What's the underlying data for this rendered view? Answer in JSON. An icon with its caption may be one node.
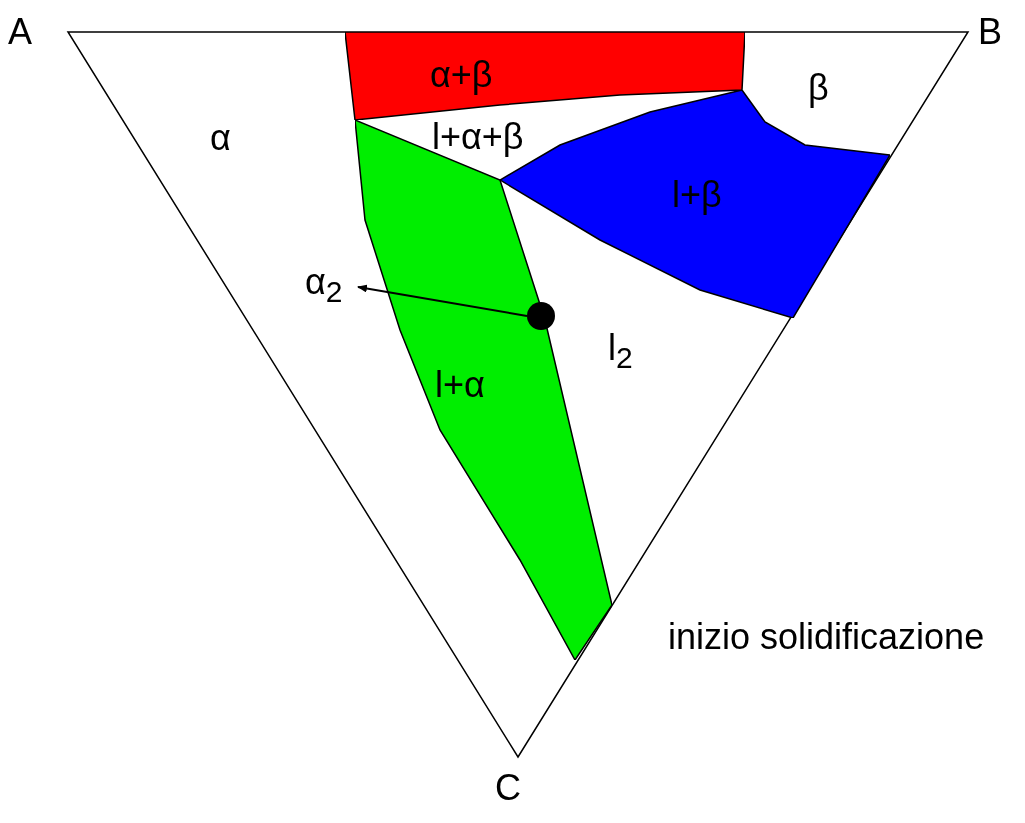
{
  "diagram": {
    "nodes": [
      {
        "text": [
          "α+β"
        ]
      },
      {
        "text": [
          "l+β"
        ]
      },
      {
        "text": [
          "l+α"
        ]
      },
      {
        "text": [
          "α$_{2}$"
        ]
      },
      {
        "text": [],
        "shape": "circle",
        "in": 2
      }
    ],
    "edges": [
      {
        "from": 4,
        "to": 3,
        "arrow": "to"
      }
    ],
    "labels": [
      "A",
      "B",
      "β",
      "α",
      "l+α+β",
      "l$_{2}$",
      "inizio solidificazione",
      "C"
    ]
  }
}
